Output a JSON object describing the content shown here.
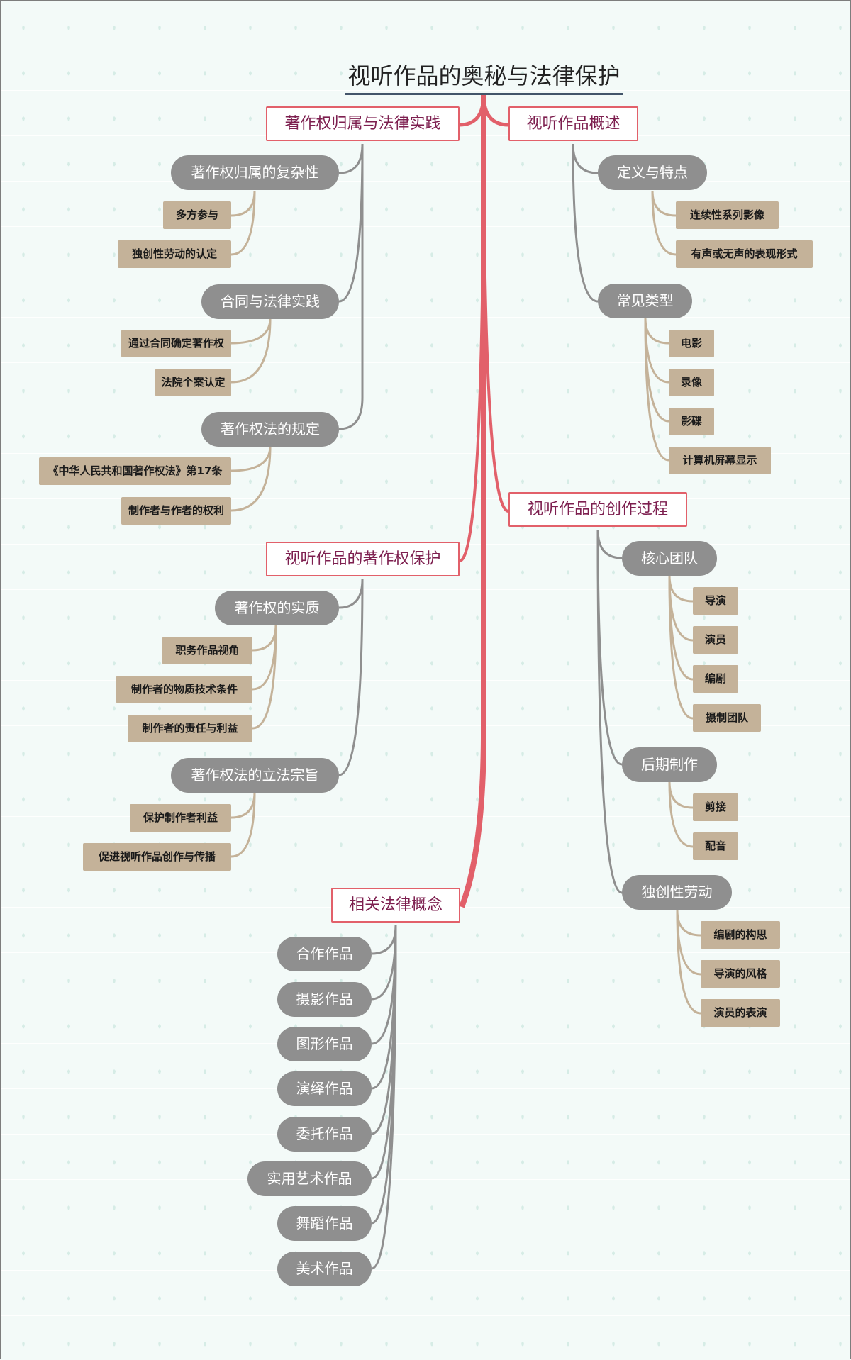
{
  "title": "视听作品的奥秘与法律保护",
  "colors": {
    "background": "#f3faf8",
    "trunk": "#e2606a",
    "topic_border": "#e2606a",
    "topic_text": "#7d1f4f",
    "subtopic_fill": "#8f8f8f",
    "leaf_fill": "#c4b299",
    "title_underline": "#44556a"
  },
  "branches": [
    {
      "label": "著作权归属与法律实践",
      "side": "left",
      "children": [
        {
          "label": "著作权归属的复杂性",
          "children": [
            "多方参与",
            "独创性劳动的认定"
          ]
        },
        {
          "label": "合同与法律实践",
          "children": [
            "通过合同确定著作权",
            "法院个案认定"
          ]
        },
        {
          "label": "著作权法的规定",
          "children": [
            "《中华人民共和国著作权法》第17条",
            "制作者与作者的权利"
          ]
        }
      ]
    },
    {
      "label": "视听作品概述",
      "side": "right",
      "children": [
        {
          "label": "定义与特点",
          "children": [
            "连续性系列影像",
            "有声或无声的表现形式"
          ]
        },
        {
          "label": "常见类型",
          "children": [
            "电影",
            "录像",
            "影碟",
            "计算机屏幕显示"
          ]
        }
      ]
    },
    {
      "label": "视听作品的著作权保护",
      "side": "left",
      "children": [
        {
          "label": "著作权的实质",
          "children": [
            "职务作品视角",
            "制作者的物质技术条件",
            "制作者的责任与利益"
          ]
        },
        {
          "label": "著作权法的立法宗旨",
          "children": [
            "保护制作者利益",
            "促进视听作品创作与传播"
          ]
        }
      ]
    },
    {
      "label": "视听作品的创作过程",
      "side": "right",
      "children": [
        {
          "label": "核心团队",
          "children": [
            "导演",
            "演员",
            "编剧",
            "摄制团队"
          ]
        },
        {
          "label": "后期制作",
          "children": [
            "剪接",
            "配音"
          ]
        },
        {
          "label": "独创性劳动",
          "children": [
            "编剧的构思",
            "导演的风格",
            "演员的表演"
          ]
        }
      ]
    },
    {
      "label": "相关法律概念",
      "side": "left",
      "children": [
        {
          "label": "合作作品"
        },
        {
          "label": "摄影作品"
        },
        {
          "label": "图形作品"
        },
        {
          "label": "演绎作品"
        },
        {
          "label": "委托作品"
        },
        {
          "label": "实用艺术作品"
        },
        {
          "label": "舞蹈作品"
        },
        {
          "label": "美术作品"
        }
      ]
    }
  ]
}
